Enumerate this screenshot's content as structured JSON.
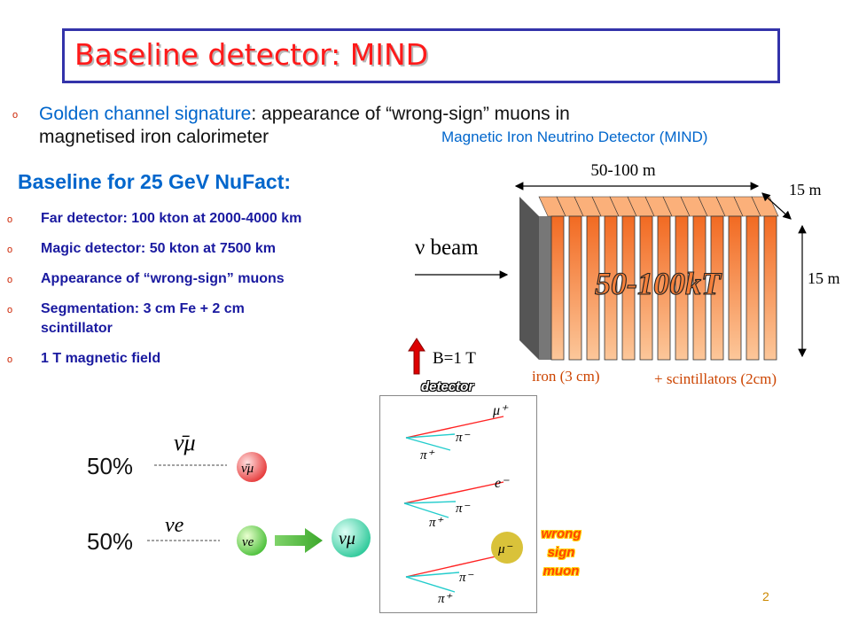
{
  "title": "Baseline detector: MIND",
  "intro": {
    "bullet": "o",
    "highlight": "Golden channel signature",
    "rest_line1": ": appearance of “wrong-sign” muons in",
    "line2": "magnetised iron calorimeter"
  },
  "mind_caption": "Magnetic Iron Neutrino Detector (MIND)",
  "baseline_heading": "Baseline for 25 GeV NuFact:",
  "specs": [
    {
      "bullet": "o",
      "lines": [
        "Far detector: 100 kton at 2000-4000 km"
      ]
    },
    {
      "bullet": "o",
      "lines": [
        "Magic detector: 50 kton at 7500 km"
      ]
    },
    {
      "bullet": "o",
      "lines": [
        "Appearance of “wrong-sign” muons"
      ]
    },
    {
      "bullet": "o",
      "lines": [
        "Segmentation: 3 cm Fe + 2 cm",
        "scintillator"
      ]
    },
    {
      "bullet": "o",
      "lines": [
        "1 T magnetic field"
      ]
    }
  ],
  "detector_diagram": {
    "length_label": "50-100 m",
    "width_label": "15 m",
    "height_label": "15 m",
    "beam_label": "ν beam",
    "mass_label": "50-100kT",
    "field_label": "B=1 T",
    "iron_label": "iron (3 cm)",
    "scint_label": "+ scintillators (2cm)",
    "colors": {
      "slab": "#f47f3a",
      "slab_light": "#fbb07a",
      "back": "#555555"
    }
  },
  "event_panel": {
    "header": "detector",
    "labels": [
      "μ⁺",
      "π⁻",
      "π⁺",
      "e⁻",
      "π⁻",
      "π⁺",
      "μ⁻",
      "π⁻",
      "π⁺"
    ],
    "wrong_sign": [
      "wrong",
      "sign",
      "muon"
    ]
  },
  "oscillation": {
    "percent_top": "50%",
    "percent_bottom": "50%",
    "nu_bar_mu": "ν̄μ",
    "nu_e": "νe",
    "nu_mu": "νμ"
  },
  "page_number": "2"
}
